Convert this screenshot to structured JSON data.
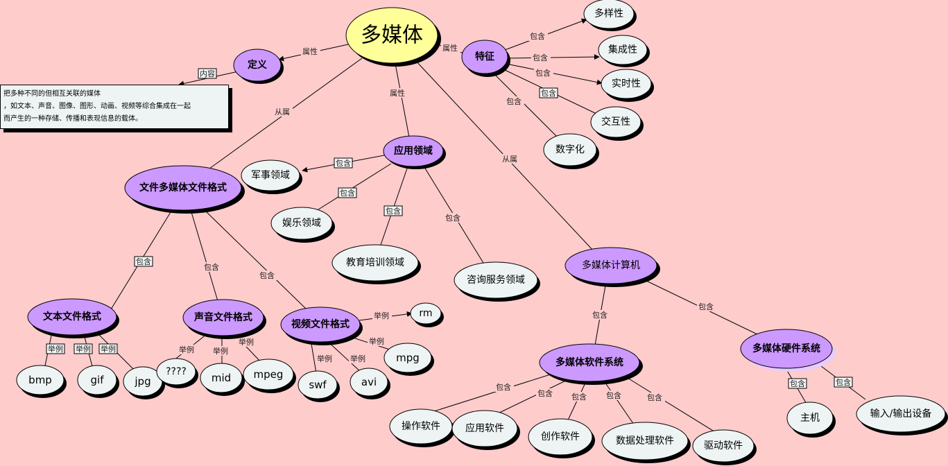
{
  "nodes": {
    "root": "多媒体",
    "definition": "定义",
    "features": "特征",
    "diversity": "多样性",
    "integration": "集成性",
    "realtime": "实时性",
    "interactive": "交互性",
    "digital": "数字化",
    "application": "应用领域",
    "military": "军事领域",
    "entertainment": "娱乐领域",
    "education": "教育培训领域",
    "consulting": "咨询服务领域",
    "file_formats": "文件多媒体文件格式",
    "text_formats": "文本文件格式",
    "audio_formats": "声音文件格式",
    "video_formats": "视频文件格式",
    "bmp": "bmp",
    "gif": "gif",
    "jpg": "jpg",
    "unknown": "????",
    "mid": "mid",
    "mpeg": "mpeg",
    "swf": "swf",
    "avi": "avi",
    "mpg": "mpg",
    "rm": "rm",
    "computer": "多媒体计算机",
    "software": "多媒体软件系统",
    "hardware": "多媒体硬件系统",
    "os": "操作软件",
    "app_sw": "应用软件",
    "authoring": "创作软件",
    "data_proc": "数据处理软件",
    "driver": "驱动软件",
    "host": "主机",
    "io_device": "输入/输出设备"
  },
  "definition_text": {
    "line1": "把多种不同的但相互关联的媒体",
    "line2": "，如文本、声音、图像、图形、动画、视频等综合集成在一起",
    "line3": "而产生的一种存储、传播和表现信息的载体。"
  },
  "edge_labels": {
    "root_def": "属性",
    "def_content": "内容",
    "root_feat": "属性",
    "feat_div": "包含",
    "feat_int": "包含",
    "feat_rt": "包含",
    "feat_inter": "包含",
    "feat_dig": "包含",
    "root_app": "属性",
    "app_mil": "包含",
    "app_ent": "包含",
    "app_edu": "包含",
    "app_con": "包含",
    "root_file": "从属",
    "file_text": "包含",
    "file_audio": "包含",
    "file_video": "包含",
    "text_bmp": "举例",
    "text_gif": "举例",
    "text_jpg": "举例",
    "audio_q": "举例",
    "audio_mid": "举例",
    "audio_mpeg": "举例",
    "video_swf": "举例",
    "video_avi": "举例",
    "video_mpg": "举例",
    "video_rm": "举例",
    "root_comp": "从属",
    "comp_sw": "包含",
    "comp_hw": "包含",
    "sw_os": "包含",
    "sw_app": "包含",
    "sw_auth": "包含",
    "sw_data": "包含",
    "sw_drv": "包含",
    "hw_host": "包含",
    "hw_io": "包含"
  },
  "colors": {
    "background": "#ffcccc",
    "root_fill": "#ffff99",
    "concept_fill": "#cc99ff",
    "leaf_fill": "#eef4f4",
    "shadow": "#000000"
  }
}
